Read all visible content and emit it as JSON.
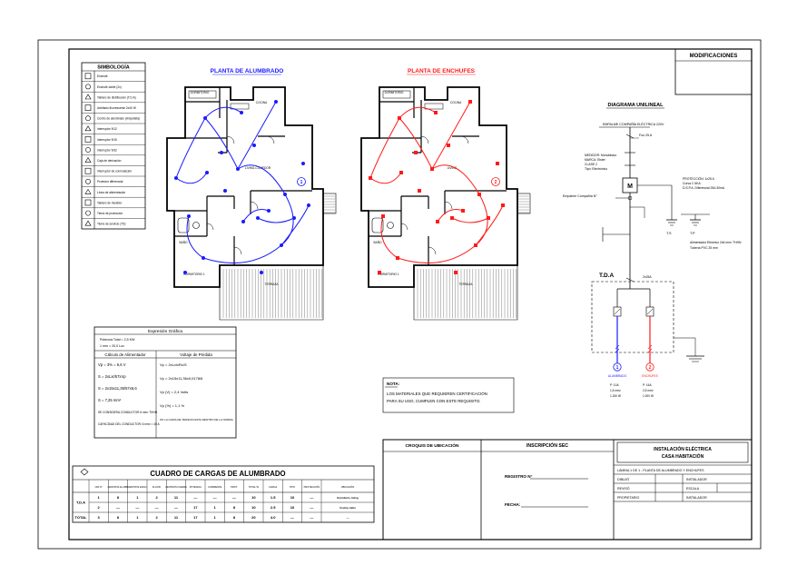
{
  "legend": {
    "title": "SIMBOLOGÍA",
    "items": [
      {
        "label": "Enchufe",
        "icon": "outlet-icon"
      },
      {
        "label": "Enchufe doble (2x)",
        "icon": "double-outlet-icon"
      },
      {
        "label": "Tablero de distribución (T.D.A)",
        "icon": "distribution-board-icon"
      },
      {
        "label": "Artefacto fluorescente 2x40 W",
        "icon": "fluorescent-icon"
      },
      {
        "label": "Centro de alumbrado (Ampolleta)",
        "icon": "light-center-icon"
      },
      {
        "label": "Interruptor 9/12",
        "icon": "switch-icon"
      },
      {
        "label": "Interruptor 9/15",
        "icon": "switch-double-icon"
      },
      {
        "label": "Interruptor 9/32",
        "icon": "switch-triple-icon"
      },
      {
        "label": "Caja de derivación",
        "icon": "junction-box-icon"
      },
      {
        "label": "Interruptor de conmutación",
        "icon": "commutator-icon"
      },
      {
        "label": "Protector diferencial",
        "icon": "differential-icon"
      },
      {
        "label": "Línea de alimentación",
        "icon": "feed-line-icon"
      },
      {
        "label": "Tablero de medidor",
        "icon": "meter-board-icon"
      },
      {
        "label": "Tierra de protección",
        "icon": "protection-ground-icon"
      },
      {
        "label": "Tierra de servicio (TS)",
        "icon": "service-ground-icon"
      }
    ]
  },
  "plans": {
    "lighting_title": "PLANTA DE ALUMBRADO",
    "outlets_title": "PLANTA DE ENCHUFES",
    "lighting_rooms": [
      "DORMITORIO",
      "COCINA",
      "LIVING-COMEDOR",
      "BAÑO",
      "DORMITORIO 1",
      "TERRAZA"
    ],
    "outlets_rooms": [
      "DORMITORIO",
      "COCINA",
      "LIVING",
      "BAÑO",
      "DORMITORIO 1",
      "TERRAZA"
    ],
    "colors": {
      "lighting": "#1a1aff",
      "outlets": "#ff1a1a",
      "walls": "#000000",
      "hatch": "#606060"
    }
  },
  "unilineal": {
    "title": "DIAGRAMA UNILINEAL",
    "empalme": "EMPALME COMPAÑÍA ELÉCTRICA 220V",
    "medidor": "M",
    "medidor_notes": [
      "MEDIDOR: Monofásico",
      "MARCA: Elster",
      "CLASE 2",
      "Tipo: Electrónico"
    ],
    "proteccion": [
      "PROTECCIÓN: 1x25 A",
      "Curva C 6KA",
      "D.S.P.A. Diferencial 25A 30mA"
    ],
    "alimentador": [
      "Alimentador Eléctrico 2x6 mm² THHN",
      "Tubería PVC 25 mm"
    ],
    "tda_label": "T.D.A",
    "ts_label": "T.S",
    "tp_label": "T.P",
    "circuits": [
      {
        "num": "1",
        "color": "#1a1aff",
        "name": "ALUMBRADO",
        "prot": "P: 10A",
        "cable": "1,5 mm²",
        "load": "1.150 W"
      },
      {
        "num": "2",
        "color": "#ff1a1a",
        "name": "ENCHUFES",
        "prot": "P: 16A",
        "cable": "2,5 mm²",
        "load": "1.000 W"
      }
    ]
  },
  "calc": {
    "title": "Expresión Gráfica",
    "lines": [
      "Potencia Total = 2,5 KW",
      "1 mm = 20,0 Lux"
    ],
    "vp_title": "Cálculo de Alimentador",
    "vp_lines": [
      "Vp = 3% = 6,6 V",
      "S = 2xLxI/57xVp",
      "S = 2x15x11,36/57x6,6",
      "S = 7,25 mm²",
      "SE CONSIDERA CONDUCTOR 6 mm² THHN",
      "CAPACIDAD DEL CONDUCTOR: 6 mm² = 40 A"
    ],
    "vr_title": "Voltaje de Pérdida",
    "vr_lines": [
      "Vp = 2xLxIxRc/S",
      "Vp = 2x15x11,36x0,0178/6",
      "Vp (V) = 2,4 Volts",
      "Vp (%) = 1,1 %",
      "OK LA CAIDA DE TENSION ESTA DENTRO DE LA NORMA"
    ]
  },
  "note": {
    "title": "NOTA:",
    "text": [
      "LOS MATERIALES QUE REQUIEREN CERTIFICACIÓN",
      "PARA SU USO, CUMPLEN CON ESTE REQUISITO."
    ]
  },
  "load_table": {
    "title": "CUADRO DE CARGAS DE ALUMBRADO",
    "headers": [
      "CIR N°",
      "CENTROS ALUMB.",
      "CENTROS ENCH.",
      "FLUOR.",
      "CENTROS FUERZA",
      "POTENCIA",
      "CORRIENTE",
      "PROT.",
      "TOTAL W",
      "CARGA",
      "TIPO",
      "PROTECCIÓN",
      "UBICACIÓN"
    ],
    "rows": [
      {
        "group": "T.D.A",
        "cells": [
          "1",
          "8",
          "1",
          "2",
          "11",
          "—",
          "—",
          "—",
          "10",
          "1.5",
          "10",
          "—",
          "Dormitorio, living"
        ]
      },
      {
        "group": "",
        "cells": [
          "2",
          "—",
          "—",
          "—",
          "—",
          "17",
          "1",
          "8",
          "10",
          "2.5",
          "16",
          "—",
          "Cocina, baño"
        ]
      },
      {
        "group": "TOTAL",
        "cells": [
          "3",
          "8",
          "1",
          "2",
          "11",
          "17",
          "1",
          "8",
          "20",
          "4.0",
          "—",
          "—",
          "—"
        ]
      }
    ]
  },
  "title_block": {
    "modifications": "MODIFICACIONES",
    "location": "CROQUIS DE UBICACIÓN",
    "inscription": "INSCRIPCIÓN SEC",
    "registro_label": "REGISTRO N°",
    "fecha_label": "FECHA:",
    "project_line1": "INSTALACIÓN ELÉCTRICA",
    "project_line2": "CASA HABITACIÓN",
    "lamina": "LÁMINA 1 DE 1 - PLANTA DE ALUMBRADO Y ENCHUFES",
    "fields": [
      {
        "label": "DIBUJÓ",
        "value": "INSTALADOR"
      },
      {
        "label": "REVISÓ",
        "value": "ESCALA"
      },
      {
        "label": "PROPIETARIO",
        "value": "INSTALADOR"
      }
    ]
  }
}
